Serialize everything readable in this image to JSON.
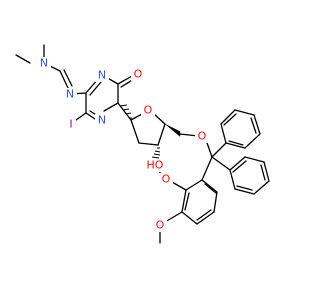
{
  "molecule": {
    "atom_labels": {
      "n_dimethyl": "N",
      "n_imine": "N",
      "n3_ring": "N",
      "n1_ring": "N",
      "o_carbonyl": "O",
      "o_furanose": "O",
      "o_ether": "O",
      "oh_3prime": "HO",
      "o_methoxy_upper": "O",
      "o_methoxy_lower": "O",
      "iodine": "I"
    },
    "colors": {
      "nitrogen": "#3050F8",
      "oxygen": "#FF0D0D",
      "iodine": "#940094",
      "carbon_bond": "#000000"
    }
  }
}
